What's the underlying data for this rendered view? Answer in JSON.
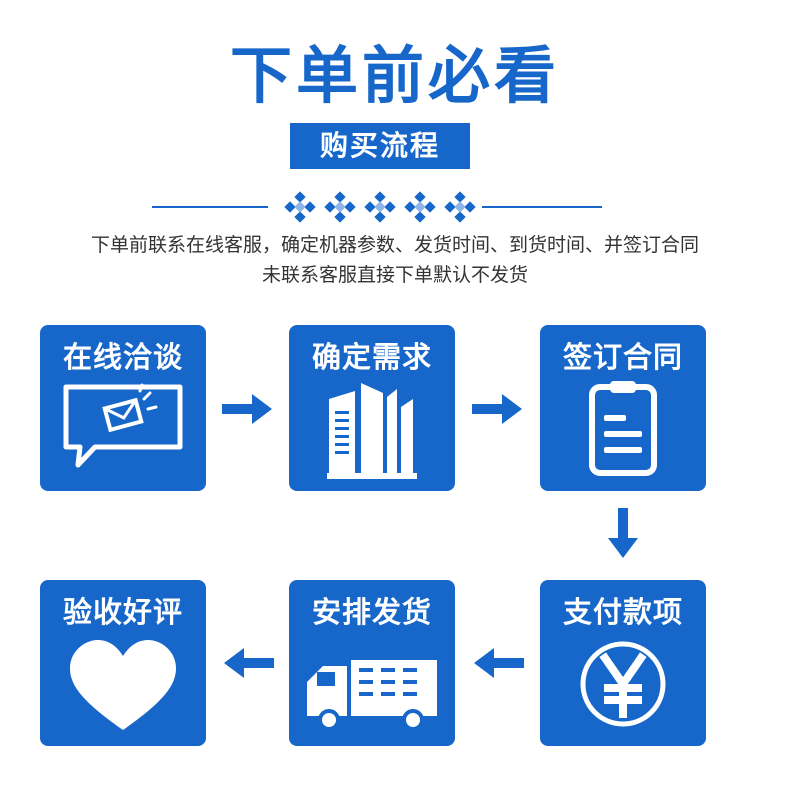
{
  "header": {
    "title": "下单前必看",
    "subtitle": "购买流程",
    "desc_line1": "下单前联系在线客服，确定机器参数、发货时间、到货时间、并签订合同",
    "desc_line2": "未联系客服直接下单默认不发货"
  },
  "colors": {
    "accent": "#1667c9",
    "white": "#ffffff"
  },
  "steps": [
    {
      "label": "在线洽谈",
      "icon": "chat-envelope-icon"
    },
    {
      "label": "确定需求",
      "icon": "building-icon"
    },
    {
      "label": "签订合同",
      "icon": "clipboard-icon"
    },
    {
      "label": "支付款项",
      "icon": "yen-icon"
    },
    {
      "label": "安排发货",
      "icon": "truck-icon"
    },
    {
      "label": "验收好评",
      "icon": "heart-icon"
    }
  ]
}
